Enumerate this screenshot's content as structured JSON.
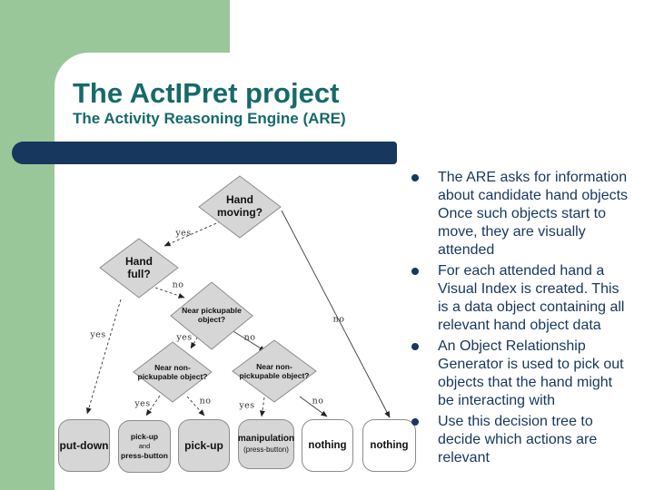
{
  "header": {
    "title": "The ActIPret project",
    "subtitle": "The Activity Reasoning Engine (ARE)"
  },
  "colors": {
    "accent_green": "#9ac79a",
    "accent_navy": "#17375e",
    "title_teal": "#166a6a",
    "node_fill": "#d6d6d6"
  },
  "diagram": {
    "nodes": {
      "hand_moving": "Hand\nmoving?",
      "hand_full": "Hand\nfull?",
      "near_pickupable": "Near pickupable\nobject?",
      "near_nonpickupable_left": "Near non-\npickupable object?",
      "near_nonpickupable_right": "Near non-\npickupable object?"
    },
    "edge_labels": [
      "yes",
      "no",
      "yes",
      "no",
      "yes",
      "no",
      "yes",
      "no",
      "yes",
      "no"
    ],
    "leaves": {
      "put_down": "put-down",
      "pickup_press": {
        "line1": "pick-up",
        "line2": "and",
        "line3": "press-button"
      },
      "pick_up": "pick-up",
      "manipulation": {
        "line1": "manipulation",
        "line2": "(press-button)"
      },
      "nothing1": "nothing",
      "nothing2": "nothing"
    }
  },
  "bullets": {
    "items": [
      {
        "text": "The ARE asks for information\nabout candidate hand objects\nOnce such objects start to\nmove, they are visually\nattended"
      },
      {
        "text": "For each attended hand a\nVisual Index is created. This\nis a data object containing all\nrelevant hand object data"
      },
      {
        "text": "An Object Relationship\nGenerator is used to pick out\nobjects that the hand might\nbe interacting with"
      },
      {
        "text": "Use this decision tree to\ndecide which actions are\nrelevant"
      }
    ]
  }
}
